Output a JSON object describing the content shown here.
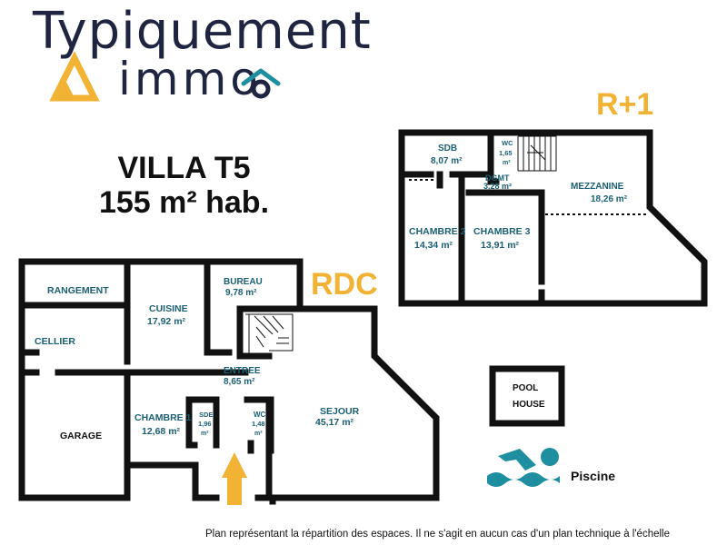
{
  "logo": {
    "line1": "Typiquement",
    "line2": "immo",
    "colors": {
      "navy": "#1f2540",
      "yellow": "#f2b233",
      "teal": "#1d8fa0"
    }
  },
  "title": {
    "line1": "VILLA T5",
    "line2": "155 m² hab."
  },
  "levels": {
    "rdc": "RDC",
    "r1": "R+1"
  },
  "rdc_rooms": {
    "rangement": "RANGEMENT",
    "cellier": "CELLIER",
    "garage": "GARAGE",
    "cuisine": {
      "name": "CUISINE",
      "area": "17,92 m²"
    },
    "bureau": {
      "name": "BUREAU",
      "area": "9,78 m²"
    },
    "entree": {
      "name": "ENTREE",
      "area": "8,65 m²"
    },
    "chambre1": {
      "name": "CHAMBRE 1",
      "area": "12,68 m²"
    },
    "sde": {
      "name": "SDE",
      "area1": "1,96",
      "area2": "m²"
    },
    "wc": {
      "name": "WC",
      "area1": "1,48",
      "area2": "m²"
    },
    "sejour": {
      "name": "SEJOUR",
      "area": "45,17 m²"
    },
    "pool_house": {
      "line1": "POOL",
      "line2": "HOUSE"
    }
  },
  "r1_rooms": {
    "sdb": {
      "name": "SDB",
      "area": "8,07 m²"
    },
    "wc": {
      "name": "WC",
      "area1": "1,65",
      "area2": "m²"
    },
    "dgmt": {
      "name": "DGMT",
      "area": "3,28 m²"
    },
    "mezzanine": {
      "name": "MEZZANINE",
      "area": "18,26 m²"
    },
    "chambre2": {
      "name": "CHAMBRE 2",
      "area": "14,34 m²"
    },
    "chambre3": {
      "name": "CHAMBRE 3",
      "area": "13,91 m²"
    }
  },
  "piscine_label": "Piscine",
  "footer": "Plan représentant la répartition des espaces. Il ne s'agit en aucun cas d'un plan technique à l'échelle",
  "icons": [
    "house-icon",
    "swimmer-icon",
    "entrance-arrow-icon",
    "stairs-icon"
  ]
}
